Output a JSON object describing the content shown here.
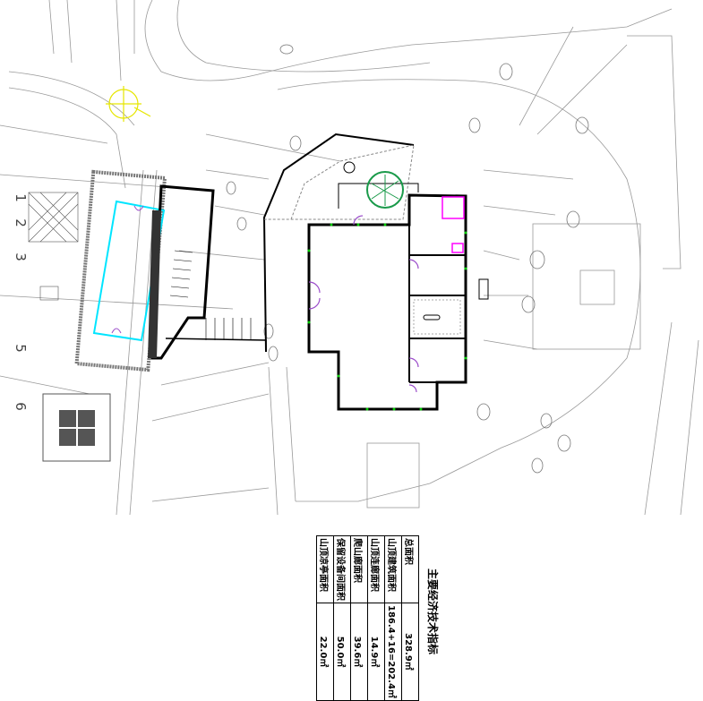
{
  "grid_labels": [
    "1",
    "2",
    "3",
    "5",
    "6"
  ],
  "table": {
    "title": "主要经济技术指标",
    "rows": [
      {
        "label": "总面积",
        "value": "328.9㎡"
      },
      {
        "label": "山顶建筑面积",
        "value": "186.4+16=202.4㎡"
      },
      {
        "label": "山顶连廊面积",
        "value": "14.9㎡"
      },
      {
        "label": "爬山廊面积",
        "value": "39.6㎡"
      },
      {
        "label": "保留设备间面积",
        "value": "50.0㎡"
      },
      {
        "label": "山顶凉亭面积",
        "value": "22.0㎡"
      }
    ]
  },
  "colors": {
    "wall": "#000000",
    "glass": "#00e5ff",
    "door": "#9b4dca",
    "tree": "#1a9a4a",
    "toilet": "#ff00ff",
    "column": "#00cc00",
    "line": "#888888"
  }
}
